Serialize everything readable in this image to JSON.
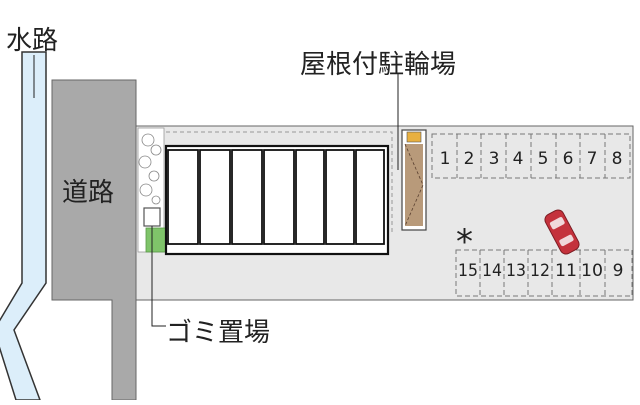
{
  "labels": {
    "waterway": "水路",
    "road": "道路",
    "bike_parking": "屋根付駐輪場",
    "garbage_area": "ゴミ置場",
    "vacancy_mark": "*"
  },
  "parking": {
    "top_row": [
      "1",
      "2",
      "3",
      "4",
      "5",
      "6",
      "7",
      "8"
    ],
    "bottom_row": [
      "15",
      "14",
      "13",
      "12",
      "11",
      "10",
      "9"
    ]
  },
  "colors": {
    "road": "#a9a9a9",
    "waterway": "#dceefa",
    "lot": "#e8e8e8",
    "building": "#ffffff",
    "green": "#7fc46a",
    "bike_roof": "#b89a7a",
    "car": "#c4323c"
  }
}
